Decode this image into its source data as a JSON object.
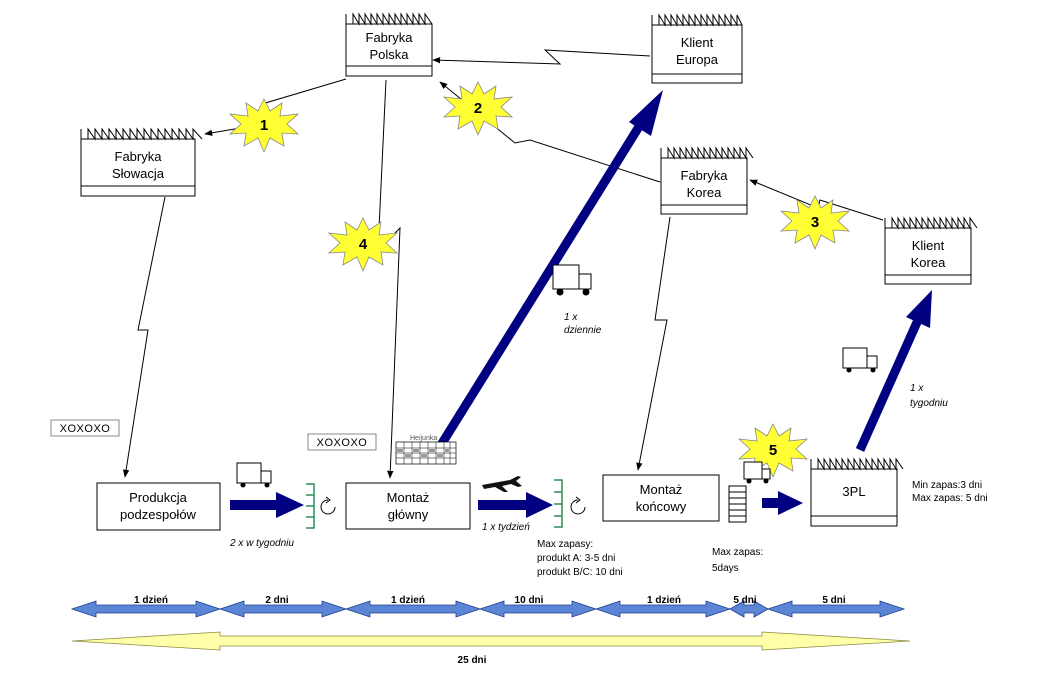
{
  "colors": {
    "push_arrow": "#000080",
    "burst_fill": "#ffff33",
    "timeline_fill": "#5b86d6",
    "total_fill": "#ffffaa",
    "supermarket": "#2e8b57",
    "box_stroke": "#000000"
  },
  "factories": {
    "polska": [
      "Fabryka",
      "Polska"
    ],
    "europa": [
      "Klient",
      "Europa"
    ],
    "slowacja": [
      "Fabryka",
      "Słowacja"
    ],
    "korea": [
      "Fabryka",
      "Korea"
    ],
    "klient_korea": [
      "Klient",
      "Korea"
    ]
  },
  "processes": {
    "produkcja": [
      "Produkcja",
      "podzespołów"
    ],
    "montaz_glowny": [
      "Montaż",
      "główny"
    ],
    "montaz_koncowy": [
      "Montaż",
      "końcowy"
    ],
    "tpl": [
      "3PL"
    ]
  },
  "bursts": {
    "b1": "1",
    "b2": "2",
    "b3": "3",
    "b4": "4",
    "b5": "5"
  },
  "labels": {
    "dziennie": [
      "1 x",
      "dziennie"
    ],
    "tygodniu": [
      "1 x",
      "tygodniu"
    ],
    "dwa_tyg": "2 x w tygodniu",
    "raz_tyg": "1 x tydzień",
    "max_zapasy": [
      "Max zapasy:",
      "produkt A:  3-5 dni",
      "produkt B/C: 10 dni"
    ],
    "max_zapas": [
      "Max zapas:",
      "5days"
    ],
    "min_max": [
      "Min zapas:3 dni",
      "Max zapas: 5 dni"
    ],
    "heijunka": "Heijunka",
    "xoxo": "XOXOXO"
  },
  "timeline": [
    {
      "label": "1 dzień"
    },
    {
      "label": "2 dni"
    },
    {
      "label": "1 dzień"
    },
    {
      "label": "10 dni"
    },
    {
      "label": "1 dzień"
    },
    {
      "label": "5 dni"
    },
    {
      "label": "5 dni"
    }
  ],
  "total": "25 dni"
}
